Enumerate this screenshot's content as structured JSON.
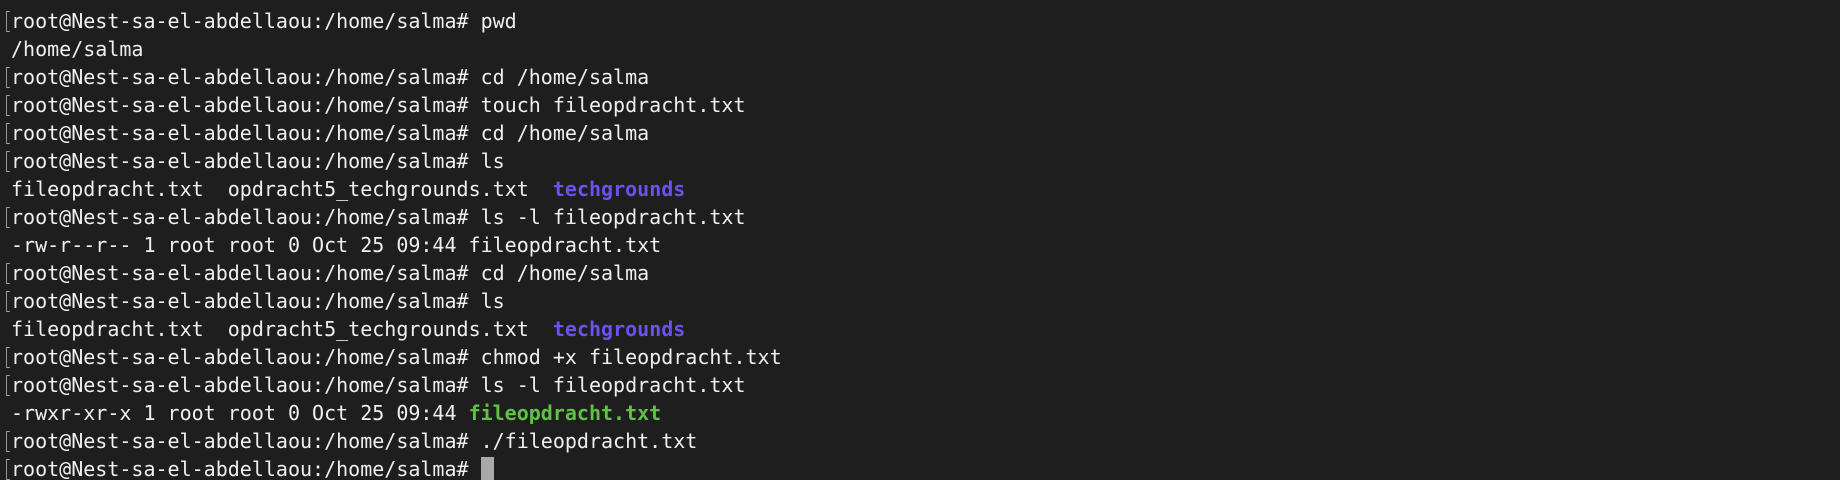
{
  "terminal": {
    "prompt": "root@Nest-sa-el-abdellaou:/home/salma#",
    "colors": {
      "background": "#1e1e1e",
      "text": "#efefef",
      "directory": "#6a52f0",
      "executable": "#5fc245",
      "cursor": "#a8a8a8"
    },
    "lines": [
      {
        "command": "pwd"
      },
      {
        "output": "/home/salma"
      },
      {
        "command": "cd /home/salma"
      },
      {
        "command": "touch fileopdracht.txt"
      },
      {
        "command": "cd /home/salma"
      },
      {
        "command": "ls"
      },
      {
        "listing": {
          "file1": "fileopdracht.txt",
          "sep1": "  ",
          "file2": "opdracht5_techgrounds.txt",
          "sep2": "  ",
          "dir": "techgrounds"
        }
      },
      {
        "command": "ls -l fileopdracht.txt"
      },
      {
        "output": "-rw-r--r-- 1 root root 0 Oct 25 09:44 fileopdracht.txt"
      },
      {
        "command": "cd /home/salma"
      },
      {
        "command": "ls"
      },
      {
        "listing": {
          "file1": "fileopdracht.txt",
          "sep1": "  ",
          "file2": "opdracht5_techgrounds.txt",
          "sep2": "  ",
          "dir": "techgrounds"
        }
      },
      {
        "command": "chmod +x fileopdracht.txt"
      },
      {
        "command": "ls -l fileopdracht.txt"
      },
      {
        "longlisting": {
          "meta": "-rwxr-xr-x 1 root root 0 Oct 25 09:44 ",
          "file": "fileopdracht.txt"
        }
      },
      {
        "command": "./fileopdracht.txt"
      },
      {
        "command": "",
        "cursor": true
      }
    ]
  }
}
